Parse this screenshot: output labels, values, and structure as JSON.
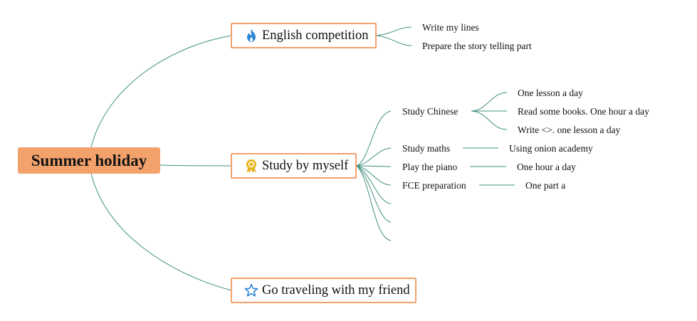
{
  "root": {
    "label": "Summer holiday"
  },
  "branches": [
    {
      "label": "English competition",
      "icon": "fire-icon",
      "children": [
        {
          "label": "Write my lines"
        },
        {
          "label": "Prepare the story telling part"
        }
      ]
    },
    {
      "label": "Study by myself",
      "icon": "award-ribbon-icon",
      "children": [
        {
          "label": "Study Chinese",
          "children": [
            "One lesson a day",
            "Read some books. One hour a day",
            "Write <>. one lesson a day"
          ]
        },
        {
          "label": "Study maths",
          "children": [
            "Using onion academy"
          ]
        },
        {
          "label": "Play the piano",
          "children": [
            "One hour a day"
          ]
        },
        {
          "label": "FCE preparation",
          "children": [
            "One part a"
          ]
        },
        {
          "label": ""
        },
        {
          "label": ""
        },
        {
          "label": ""
        }
      ]
    },
    {
      "label": "Go traveling with my friend",
      "icon": "star-icon",
      "children": []
    }
  ],
  "colors": {
    "accent": "#f4a26b",
    "link": "#3f8f7f",
    "icon_fire": "#2f86d6",
    "icon_award": "#e8b21a",
    "icon_star": "#2f86d6"
  }
}
